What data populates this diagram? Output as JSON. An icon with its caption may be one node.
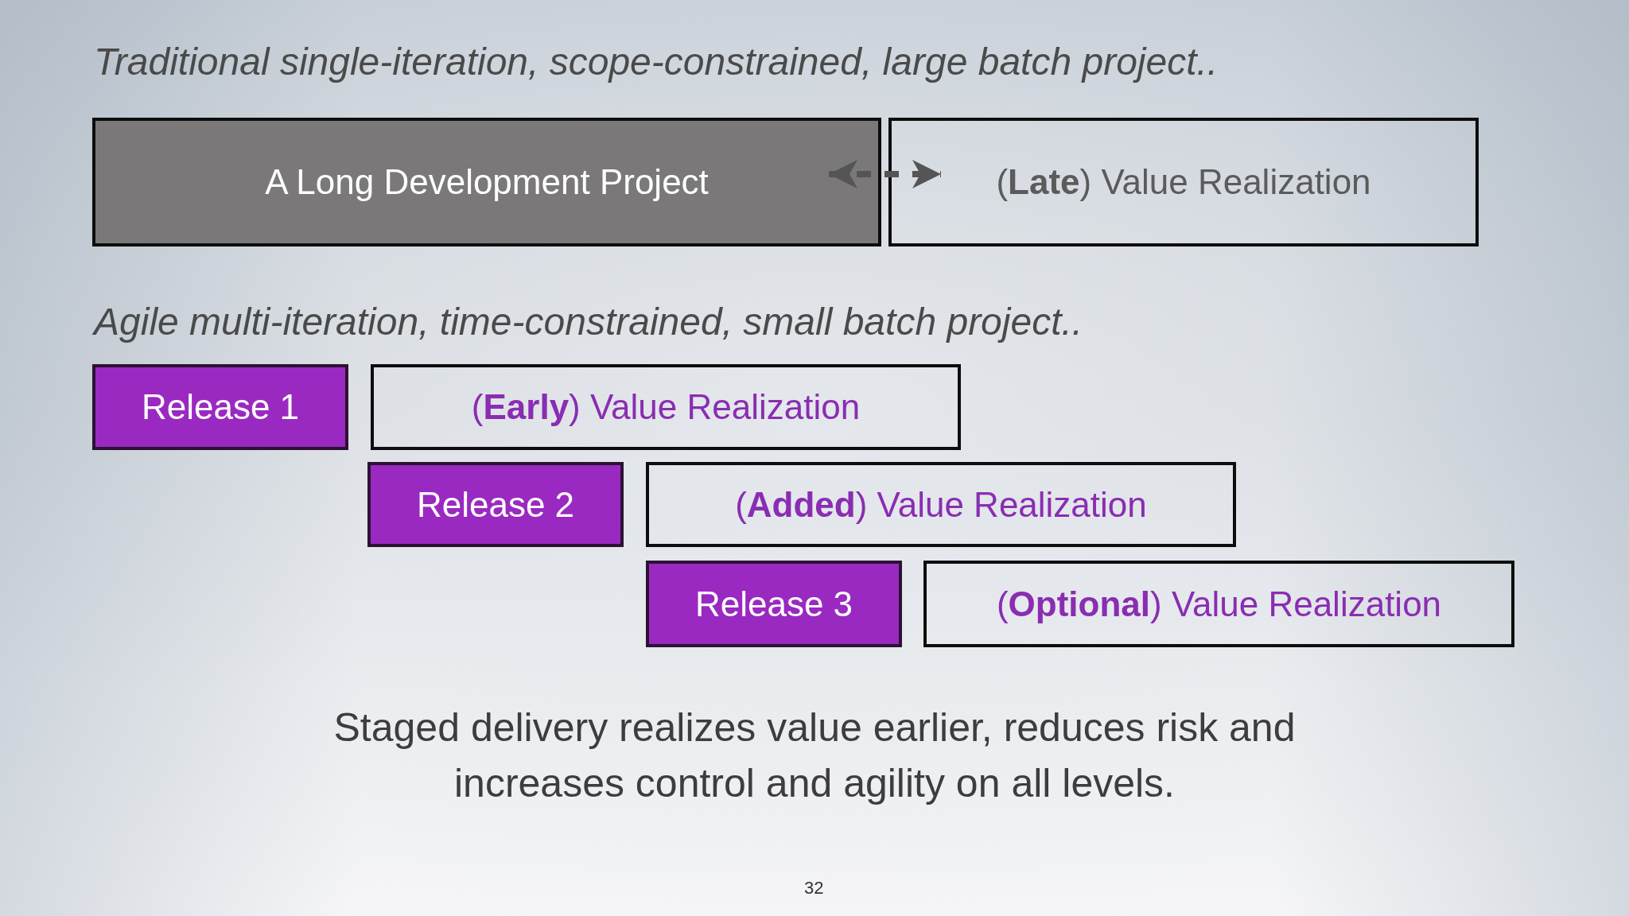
{
  "diagram": {
    "caption": "Staged delivery realizes value earlier, reduces risk and increases control and agility on all levels.",
    "nodes": [
      {
        "text": [
          "A Long Development Project"
        ]
      },
      {
        "text": [
          "(**Late**) Value Realization"
        ]
      },
      {
        "text": [
          "Release 1"
        ]
      },
      {
        "text": [
          "(**Early**) Value Realization"
        ]
      },
      {
        "text": [
          "Release 2"
        ]
      },
      {
        "text": [
          "(**Added**) Value Realization"
        ]
      },
      {
        "text": [
          "Release 3"
        ]
      },
      {
        "text": [
          "(**Optional**) Value Realization"
        ]
      }
    ],
    "edges": [
      {
        "from": 0,
        "to": 1,
        "arrow": "both",
        "style": "dashed"
      }
    ],
    "labels": [
      "Traditional single-iteration, scope-constrained, large batch project..",
      "Agile multi-iteration, time-constrained, small batch project..",
      "32"
    ]
  }
}
